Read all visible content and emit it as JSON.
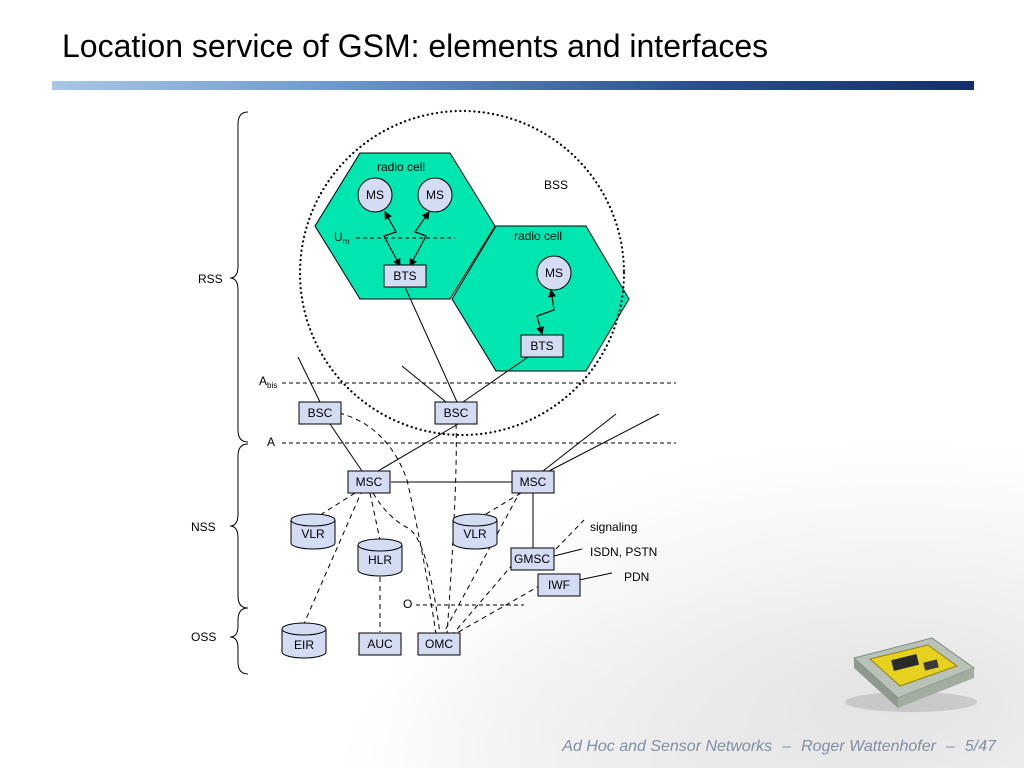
{
  "slide": {
    "title": "Location service of GSM: elements and interfaces",
    "footer": {
      "course": "Ad Hoc and Sensor Networks",
      "separator": "–",
      "author": "Roger Wattenhofer",
      "page": "5/47"
    }
  },
  "diagram": {
    "subsystems": {
      "rss": "RSS",
      "nss": "NSS",
      "oss": "OSS"
    },
    "bss_label": "BSS",
    "cells": [
      "radio cell",
      "radio cell"
    ],
    "nodes": {
      "ms": [
        "MS",
        "MS",
        "MS"
      ],
      "bts": [
        "BTS",
        "BTS"
      ],
      "bsc": [
        "BSC",
        "BSC"
      ],
      "msc": [
        "MSC",
        "MSC"
      ],
      "vlr": [
        "VLR",
        "VLR"
      ],
      "hlr": "HLR",
      "gmsc": "GMSC",
      "iwf": "IWF",
      "eir": "EIR",
      "auc": "AUC",
      "omc": "OMC"
    },
    "interfaces": {
      "um_main": "U",
      "um_sub": "m",
      "abis_main": "A",
      "abis_sub": "bis",
      "a": "A",
      "o": "O"
    },
    "external": [
      "signaling",
      "ISDN, PSTN",
      "PDN"
    ],
    "colors": {
      "cell_fill": "#00e6b0",
      "node_fill": "#d4dcf4",
      "bss_border": "#000000"
    }
  }
}
